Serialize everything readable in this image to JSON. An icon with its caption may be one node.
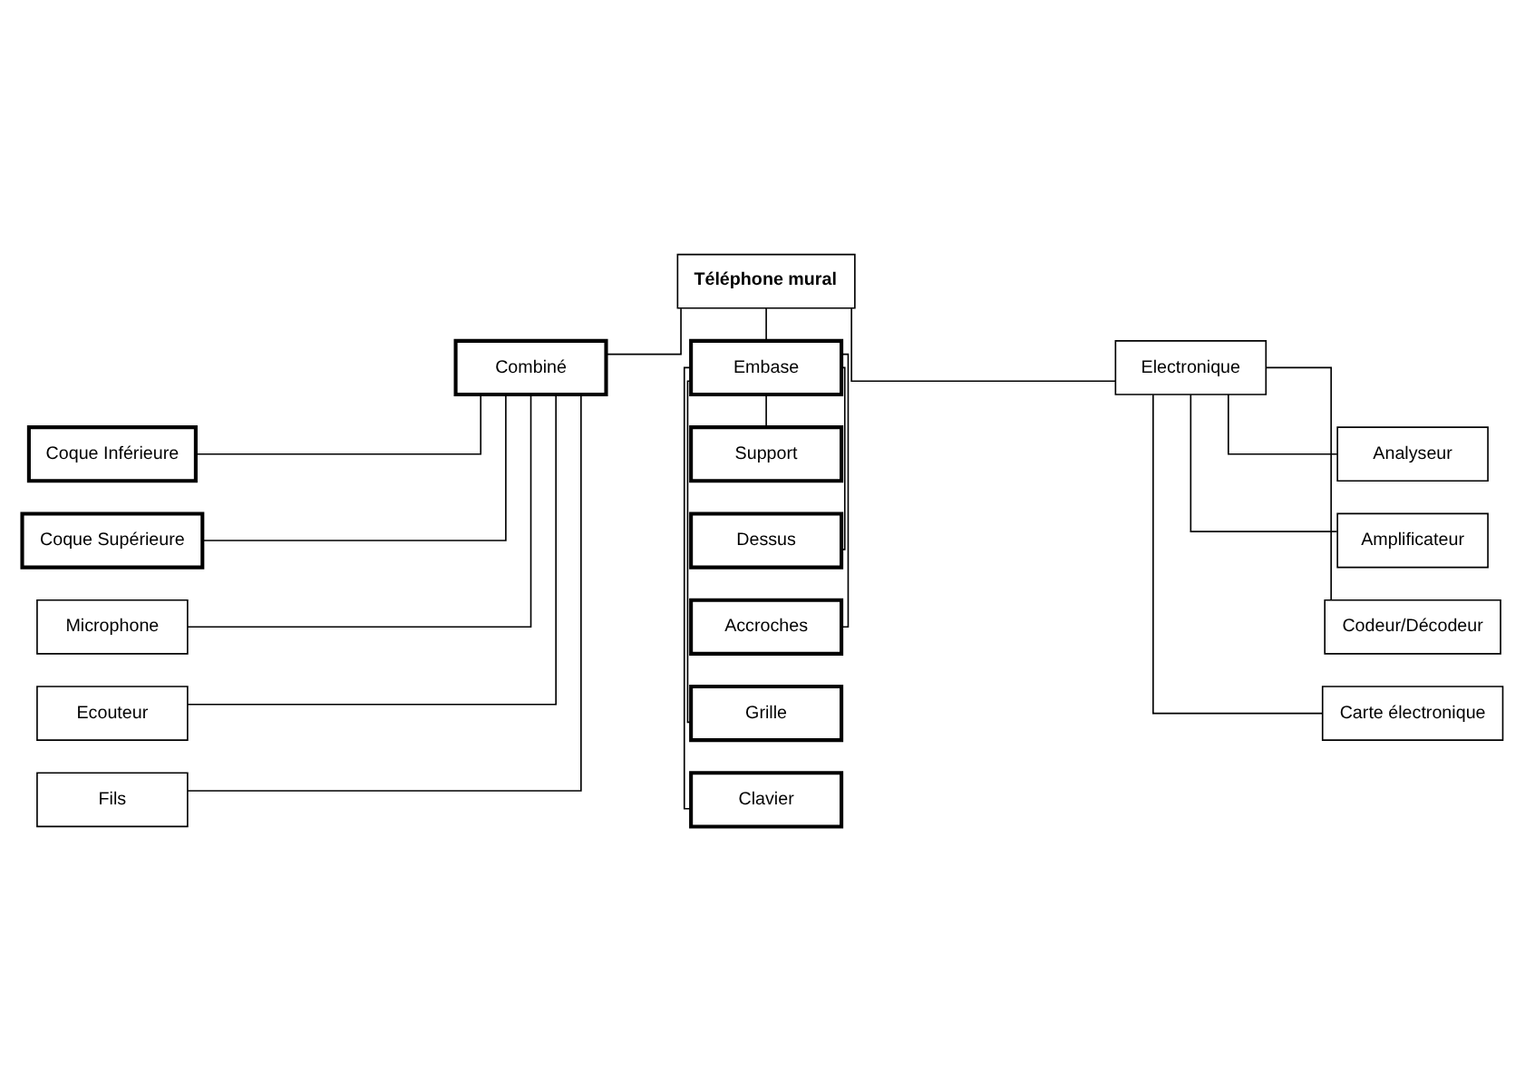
{
  "diagram": {
    "nodes": [
      {
        "text": [
          "Téléphone mural"
        ]
      },
      {
        "text": [
          "Combiné"
        ]
      },
      {
        "text": [
          "Embase"
        ]
      },
      {
        "text": [
          "Electronique"
        ]
      },
      {
        "text": [
          "Coque Inférieure"
        ]
      },
      {
        "text": [
          "Coque Supérieure"
        ]
      },
      {
        "text": [
          "Microphone"
        ]
      },
      {
        "text": [
          "Ecouteur"
        ]
      },
      {
        "text": [
          "Fils"
        ]
      },
      {
        "text": [
          "Support"
        ]
      },
      {
        "text": [
          "Dessus"
        ]
      },
      {
        "text": [
          "Accroches"
        ]
      },
      {
        "text": [
          "Grille"
        ]
      },
      {
        "text": [
          "Clavier"
        ]
      },
      {
        "text": [
          "Analyseur"
        ]
      },
      {
        "text": [
          "Amplificateur"
        ]
      },
      {
        "text": [
          "Codeur/Décodeur"
        ]
      },
      {
        "text": [
          "Carte électronique"
        ]
      }
    ],
    "edges": [
      {
        "from": 0,
        "to": 1,
        "arrow": "none"
      },
      {
        "from": 0,
        "to": 2,
        "arrow": "none"
      },
      {
        "from": 0,
        "to": 3,
        "arrow": "none"
      },
      {
        "from": 1,
        "to": 4,
        "arrow": "none"
      },
      {
        "from": 1,
        "to": 5,
        "arrow": "none"
      },
      {
        "from": 1,
        "to": 6,
        "arrow": "none"
      },
      {
        "from": 1,
        "to": 7,
        "arrow": "none"
      },
      {
        "from": 1,
        "to": 8,
        "arrow": "none"
      },
      {
        "from": 2,
        "to": 9,
        "arrow": "none"
      },
      {
        "from": 2,
        "to": 10,
        "arrow": "none"
      },
      {
        "from": 2,
        "to": 11,
        "arrow": "none"
      },
      {
        "from": 2,
        "to": 12,
        "arrow": "none"
      },
      {
        "from": 2,
        "to": 13,
        "arrow": "none"
      },
      {
        "from": 3,
        "to": 14,
        "arrow": "none"
      },
      {
        "from": 3,
        "to": 15,
        "arrow": "none"
      },
      {
        "from": 3,
        "to": 16,
        "arrow": "none"
      },
      {
        "from": 3,
        "to": 17,
        "arrow": "none"
      }
    ]
  }
}
